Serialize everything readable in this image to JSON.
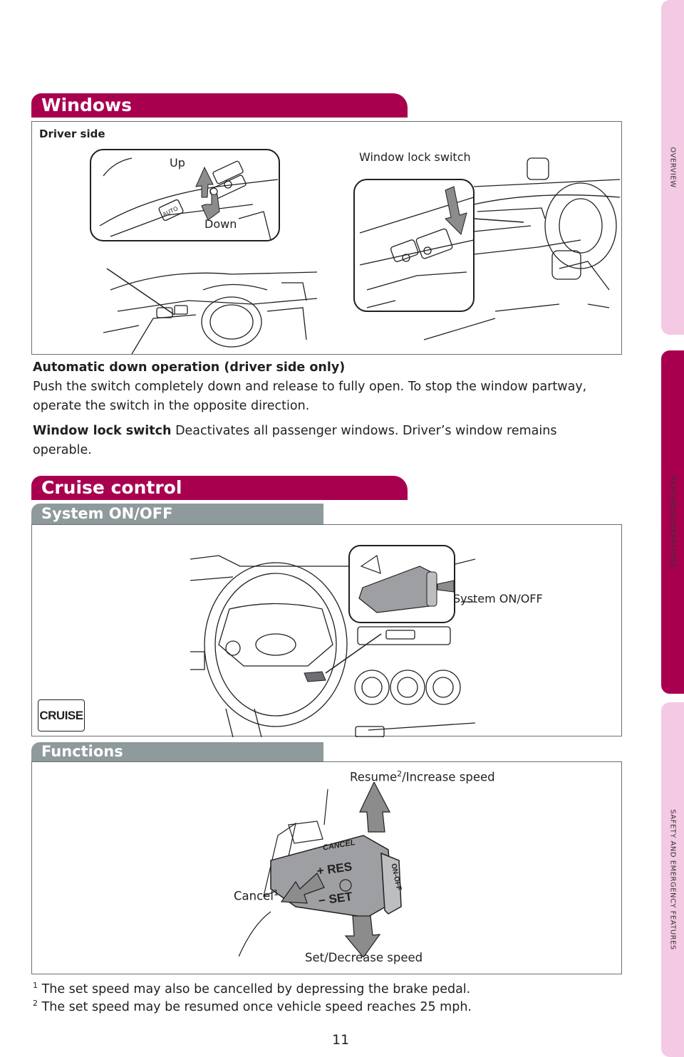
{
  "side_tabs": [
    {
      "label": "OVERVIEW",
      "color": "#f4c9e3"
    },
    {
      "label": "FEATURES/OPERATIONS",
      "color": "#a8004f"
    },
    {
      "label": "SAFETY AND EMERGENCY FEATURES",
      "color": "#f4c9e3"
    }
  ],
  "windows": {
    "title": "Windows",
    "panel_label": "Driver side",
    "label_up": "Up",
    "label_down": "Down",
    "label_lock": "Window lock switch",
    "switch_auto": "AUTO",
    "auto_heading": "Automatic down operation (driver side only)",
    "auto_text": "Push the switch completely down and release to fully open. To stop the window partway, operate the switch in the opposite direction.",
    "lock_heading": "Window lock switch",
    "lock_text": "Deactivates all passenger windows. Driver’s window remains operable."
  },
  "cruise": {
    "title": "Cruise control",
    "system_bar": "System ON/OFF",
    "system_label": "System ON/OFF",
    "cruise_badge": "CRUISE",
    "functions_bar": "Functions",
    "resume_label": "Resume",
    "resume_sup": "2",
    "resume_rest": "/Increase speed",
    "cancel_label": "Cancel",
    "cancel_sup": "1",
    "set_label": "Set/Decrease speed",
    "lever_cancel": "CANCEL",
    "lever_res": "+ RES",
    "lever_set": "− SET",
    "lever_onoff": "ON-OFF"
  },
  "footnotes": [
    {
      "num": "1",
      "text": " The set speed may also be cancelled by depressing the brake pedal."
    },
    {
      "num": "2",
      "text": " The set speed may be resumed once vehicle speed reaches 25 mph."
    }
  ],
  "page_number": "11",
  "colors": {
    "accent": "#a8004f",
    "subbar": "#8e9a9c",
    "pink_tab": "#f4c9e3",
    "arrow": "#8c8c8c"
  }
}
